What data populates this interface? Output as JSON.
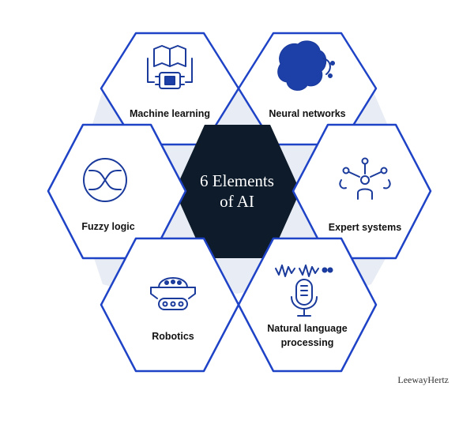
{
  "title": {
    "line1": "6 Elements",
    "line2": "of AI"
  },
  "elements": [
    {
      "lines": [
        "Machine learning"
      ],
      "icon": "machine-learning-icon"
    },
    {
      "lines": [
        "Neural networks"
      ],
      "icon": "neural-networks-icon"
    },
    {
      "lines": [
        "Fuzzy logic"
      ],
      "icon": "fuzzy-logic-icon"
    },
    {
      "lines": [
        "Expert systems"
      ],
      "icon": "expert-systems-icon"
    },
    {
      "lines": [
        "Robotics"
      ],
      "icon": "robotics-icon"
    },
    {
      "lines": [
        "Natural language",
        "processing"
      ],
      "icon": "natural-language-processing-icon"
    }
  ],
  "brand": "LeewayHertz",
  "colors": {
    "hex_stroke": "#1f43c6",
    "center_fill": "#0d1b2a",
    "backdrop": "#e8ecf4",
    "icon_stroke": "#1a3a9c",
    "icon_fill": "#1d3fa8"
  }
}
